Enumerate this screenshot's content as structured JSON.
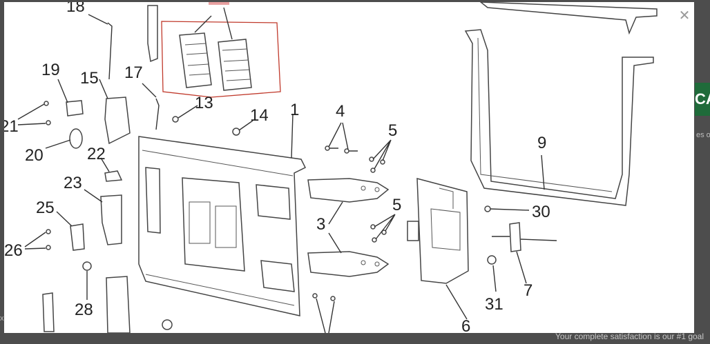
{
  "background": {
    "cta_fragment": "CA",
    "right_text_fragment": "es o",
    "left_text_fragment": "x",
    "footer": "Your complete satisfaction is our #1 goal"
  },
  "modal": {
    "close_icon": "close-icon",
    "highlight_color": "#c0392b",
    "callouts": [
      "18",
      "19",
      "15",
      "17",
      "13",
      "14",
      "1",
      "4",
      "5",
      "9",
      "21",
      "20",
      "22",
      "23",
      "25",
      "26",
      "3",
      "5",
      "30",
      "28",
      "7",
      "31",
      "6"
    ]
  }
}
